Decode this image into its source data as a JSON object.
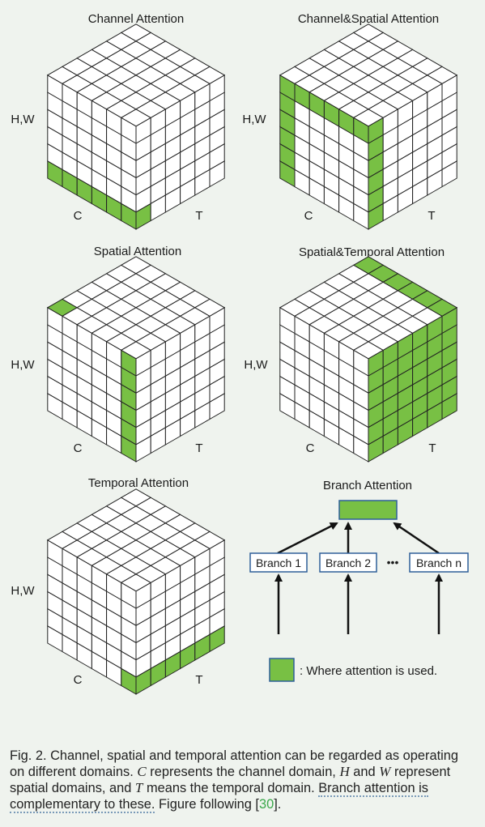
{
  "panels": [
    {
      "title": "Channel Attention",
      "y_label": "H,W",
      "c_label": "C",
      "t_label": "T",
      "highlight": "channel"
    },
    {
      "title": "Channel&Spatial Attention",
      "y_label": "H,W",
      "c_label": "C",
      "t_label": "T",
      "highlight": "channel_spatial"
    },
    {
      "title": "Spatial Attention",
      "y_label": "H,W",
      "c_label": "C",
      "t_label": "T",
      "highlight": "spatial"
    },
    {
      "title": "Spatial&Temporal Attention",
      "y_label": "H,W",
      "c_label": "C",
      "t_label": "T",
      "highlight": "spatial_temporal"
    },
    {
      "title": "Temporal Attention",
      "y_label": "H,W",
      "c_label": "C",
      "t_label": "T",
      "highlight": "temporal"
    }
  ],
  "branch": {
    "title": "Branch Attention",
    "branches": [
      "Branch 1",
      "Branch 2",
      "Branch n"
    ],
    "ellipsis": "•••"
  },
  "legend": {
    "text": ": Where attention is used."
  },
  "colors": {
    "highlight": "#78c044",
    "background": "#eff3ee",
    "grid_line": "#222222",
    "box_border": "#2e5f99",
    "caption_link": "#3aa84a"
  },
  "caption": {
    "part1": "Fig. 2.  Channel, spatial and temporal attention can be regarded as operating on different domains.",
    "var_c": "C",
    "part2": "represents the channel domain,",
    "var_h": "H",
    "part3": "and",
    "var_w": "W",
    "part4": "represent spatial domains, and",
    "var_t": "T",
    "part5": "means the temporal domain.",
    "underlined": "Branch attention is complementary to these.",
    "part6": "Figure following [",
    "ref": "30",
    "part7": "]."
  }
}
